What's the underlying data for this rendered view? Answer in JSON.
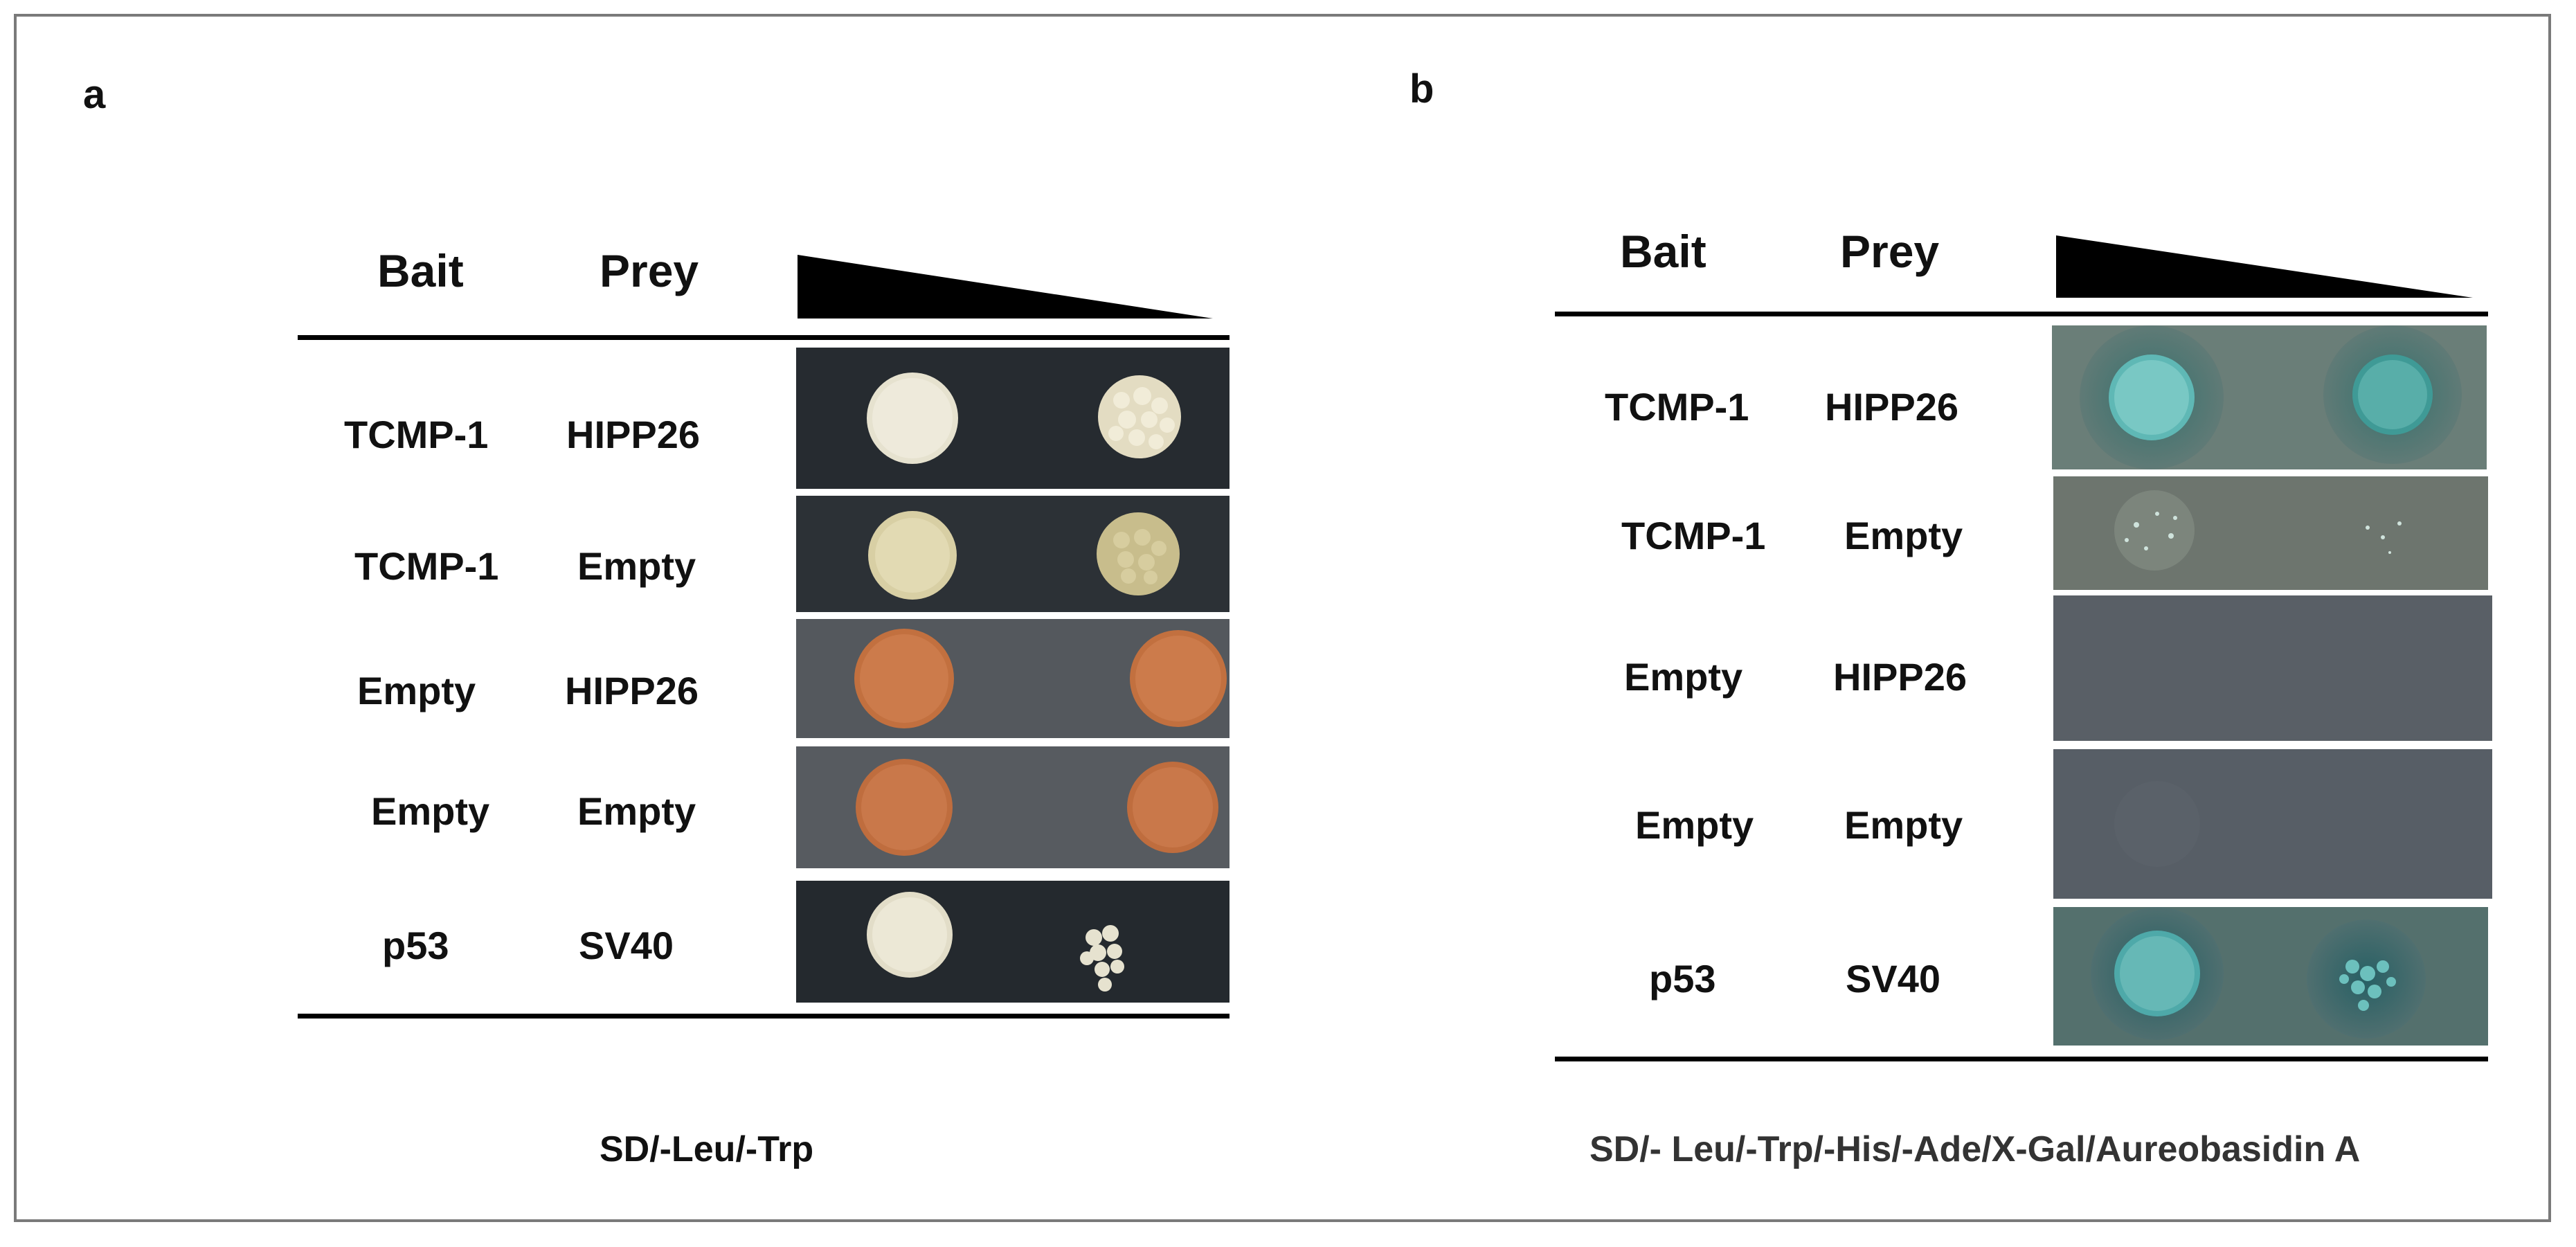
{
  "panels": [
    {
      "letter": "a",
      "headers": {
        "bait": "Bait",
        "prey": "Prey"
      },
      "rows": [
        {
          "bait": "TCMP-1",
          "prey": "HIPP26"
        },
        {
          "bait": "TCMP-1",
          "prey": "Empty"
        },
        {
          "bait": "Empty",
          "prey": "HIPP26"
        },
        {
          "bait": "Empty",
          "prey": "Empty"
        },
        {
          "bait": "p53",
          "prey": "SV40"
        }
      ],
      "caption": "SD/-Leu/-Trp"
    },
    {
      "letter": "b",
      "headers": {
        "bait": "Bait",
        "prey": "Prey"
      },
      "rows": [
        {
          "bait": "TCMP-1",
          "prey": "HIPP26"
        },
        {
          "bait": "TCMP-1",
          "prey": "Empty"
        },
        {
          "bait": "Empty",
          "prey": "HIPP26"
        },
        {
          "bait": "Empty",
          "prey": "Empty"
        },
        {
          "bait": "p53",
          "prey": "SV40"
        }
      ],
      "caption": "SD/- Leu/-Trp/-His/-Ade/X-Gal/Aureobasidin A"
    }
  ],
  "colors": {
    "frame": "#7a7a7a",
    "plate_dark": "#2a2f34",
    "plate_gray": "#5a5e63",
    "colony_white": "#e8e4d2",
    "colony_orange": "#c9754a",
    "colony_blue": "#3f9a9a",
    "caption_b": "#333333"
  }
}
